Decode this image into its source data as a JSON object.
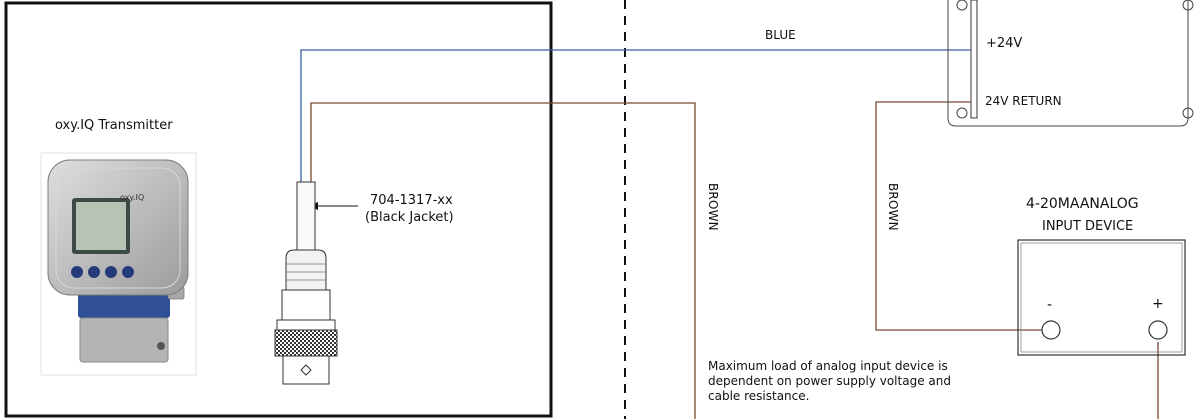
{
  "transmitter": {
    "title": "oxy.IQ Transmitter",
    "device_brand": "oxy.IQ"
  },
  "cable": {
    "part_number": "704-1317-xx",
    "jacket": "(Black Jacket)"
  },
  "wires": {
    "blue": "BLUE",
    "brown_left": "BROWN",
    "brown_right": "BROWN"
  },
  "power_supply": {
    "plus": "+24V",
    "return": "24V RETURN"
  },
  "input_device": {
    "line1": "4-20MAANALOG",
    "line2": "INPUT DEVICE",
    "minus": "-",
    "plus": "+"
  },
  "note": {
    "line1": "Maximum load of analog input device is",
    "line2": "dependent on power supply voltage  and",
    "line3": "cable resistance."
  },
  "colors": {
    "blue_wire": "#3b5ea8",
    "brown_wire": "#7a4a2e",
    "line": "#222222"
  }
}
